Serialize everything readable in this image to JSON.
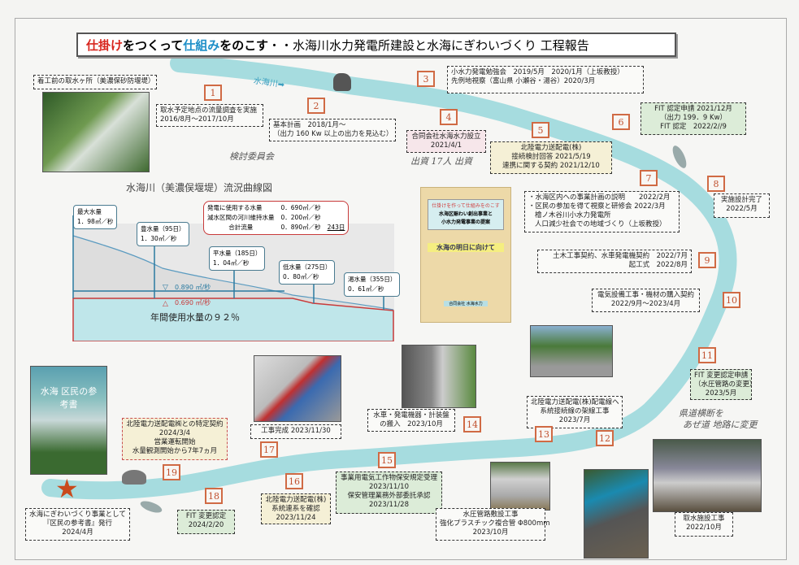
{
  "title": {
    "part1": "仕掛け",
    "part2": "をつくって",
    "part3": "仕組み",
    "part4": "をのこす",
    "part5": "・・水海川水力発電所建設と水海にぎわいづくり 工程報告"
  },
  "river_label": "水海川➡",
  "intro_photo_caption": "着工前の取水ヶ所（美濃保砂防堰堤）",
  "steps": [
    {
      "n": "1",
      "lines": [
        "取水予定地点の流量調査を実施",
        "2016/8月～2017/10月"
      ]
    },
    {
      "n": "2",
      "lines": [
        "基本計画　2018/1月～",
        "（出力 160 Kw 以上の出力を見込む）"
      ]
    },
    {
      "n": "3",
      "lines": [
        "小水力発電勉強会　2019/5月　2020/1月（上坂教授）",
        "先例地視察（富山県 小瀬谷・湯谷）2020/3月"
      ]
    },
    {
      "n": "4",
      "lines": [
        "合同会社水海水力設立",
        "2021/4/1"
      ]
    },
    {
      "n": "5",
      "lines": [
        "北陸電力送配電(株)",
        "接続検討回答 2021/5/19",
        "連携に関する契約 2021/12/10"
      ]
    },
    {
      "n": "6",
      "lines": [
        "FIT 認定申請 2021/12月",
        "（出力 199．9 Kw）",
        "FIT 認定　2022/2//9"
      ]
    },
    {
      "n": "7",
      "lines": [
        "・水海区内への事業計画の説明　　2022/2月",
        "・区民の参加を得て視察と研修会 2022/3月",
        "檜ノ木谷川小水力発電所",
        "人口減少社会での地域づくり（上坂教授）"
      ]
    },
    {
      "n": "8",
      "lines": [
        "実施設計完了",
        "2022/5月"
      ]
    },
    {
      "n": "9",
      "lines": [
        "土木工事契約、水車発電機契約　2022/7月",
        "起工式　2022/8月"
      ]
    },
    {
      "n": "10",
      "lines": [
        "電気設備工事・機材の購入契約",
        "2022/9月～2023/4月"
      ]
    },
    {
      "n": "11",
      "lines": [
        "FIT 変更認定申請",
        "（水圧管路の変更）",
        "2023/5月"
      ]
    },
    {
      "n": "12",
      "lines": [
        "取水施設工事",
        "2022/10月"
      ]
    },
    {
      "n": "13",
      "lines": [
        "北陸電力送配電(株)配電線へ",
        "系統接続線の架線工事",
        "2023/7月"
      ]
    },
    {
      "n": "14",
      "lines": [
        "水車・発電機器・計装盤",
        "の搬入　2023/10月"
      ]
    },
    {
      "n": "15",
      "lines": [
        "事業用電気工作物保安規定受理",
        "2023/11/10",
        "保安管理業務外部委託承認",
        "2023/11/28"
      ]
    },
    {
      "n": "16",
      "lines": [
        "北陸電力送配電(株)",
        "系統連系を確認",
        "2023/11/24"
      ]
    },
    {
      "n": "17",
      "lines": [
        "工事完成 2023/11/30"
      ]
    },
    {
      "n": "18",
      "lines": [
        "FIT 変更認定",
        "2024/2/20"
      ]
    },
    {
      "n": "19",
      "lines": [
        "北陸電力送配電㈱との特定契約",
        "2024/3/4",
        "営業運転開始",
        "水量観測開始から7年7ヵ月"
      ]
    }
  ],
  "penstock_box": [
    "水圧管路敷設工事",
    "強化プラスチック複合管 Φ800mm",
    "2023/10月"
  ],
  "final_box": [
    "水海にぎわいづくり事業として",
    "『区民の参考書』発行",
    "2024/4月"
  ],
  "book_title": "水海 区民の参考書",
  "brochure": {
    "top": "仕掛けを作って仕組みをのこす",
    "title1": "水海区賑わい創出事業と",
    "title2": "小水力発電事業の提案",
    "subtitle": "水海の明日に向けて",
    "publisher": "合同会社 水海水力"
  },
  "handwritten": {
    "committee": "検討委員会",
    "investors": "出資 17人 出資",
    "route_change_1": "県道横断を",
    "route_change_2": "あぜ道 地路に変更"
  },
  "chart": {
    "title": "水海川（美濃俣堰堤）流況曲線図",
    "max": {
      "label": "最大水量",
      "value": "1．98㎥／秒"
    },
    "high": {
      "label": "豊水量（95日）",
      "value": "1．30㎥／秒"
    },
    "normal": {
      "label": "平水量（185日）",
      "value": "1．04㎥／秒"
    },
    "low": {
      "label": "低水量（275日）",
      "value": "0．80㎥／秒"
    },
    "drought": {
      "label": "渇水量（355日）",
      "value": "0．61㎥／秒"
    },
    "usage": {
      "row1_label": "発電に使用する水量",
      "row1_value": "0．690㎥／秒",
      "row2_label": "減水区間の河川維持水量",
      "row2_value": "0．200㎥／秒",
      "row3_label": "合計流量",
      "row3_value": "0．890㎥／秒",
      "days": "243日"
    },
    "line_total": "0.890 ㎥/秒",
    "line_use": "0.690 ㎥/秒",
    "annual": "年間使用水量の９２％"
  },
  "colors": {
    "river": "#a6dcdf",
    "number": "#c0502e"
  }
}
